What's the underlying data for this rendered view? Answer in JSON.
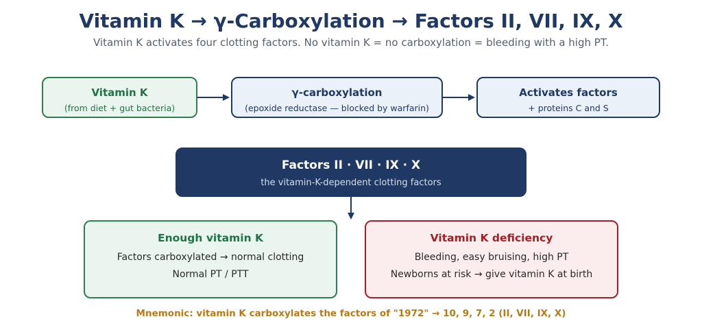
{
  "title": "Vitamin K → γ-Carboxylation → Factors II, VII, IX, X",
  "subtitle": "Vitamin K activates four clotting factors. No vitamin K = no carboxylation = bleeding with a high PT.",
  "flow": [
    {
      "title": "Vitamin K",
      "subtitle": "(from diet + gut bacteria)"
    },
    {
      "title": "γ-carboxylation",
      "subtitle": "(epoxide reductase — blocked by warfarin)"
    },
    {
      "title": "Activates factors",
      "subtitle": "+ proteins C and S"
    }
  ],
  "factors": {
    "title": "Factors II · VII · IX · X",
    "subtitle": "the vitamin-K-dependent clotting factors"
  },
  "enough": {
    "title": "Enough vitamin K",
    "lines": [
      "Factors carboxylated → normal clotting",
      "Normal PT / PTT"
    ]
  },
  "deficiency": {
    "title": "Vitamin K deficiency",
    "lines": [
      "Bleeding, easy bruising, high PT",
      "Newborns at risk → give vitamin K at birth"
    ]
  },
  "mnemonic": "Mnemonic: vitamin K carboxylates the factors of \"1972\" → 10, 9, 7, 2 (II, VII, IX, X)",
  "colors": {
    "navy": "#1f3864",
    "green": "#2e7d4f",
    "red": "#a32025",
    "gold": "#b87a17"
  }
}
